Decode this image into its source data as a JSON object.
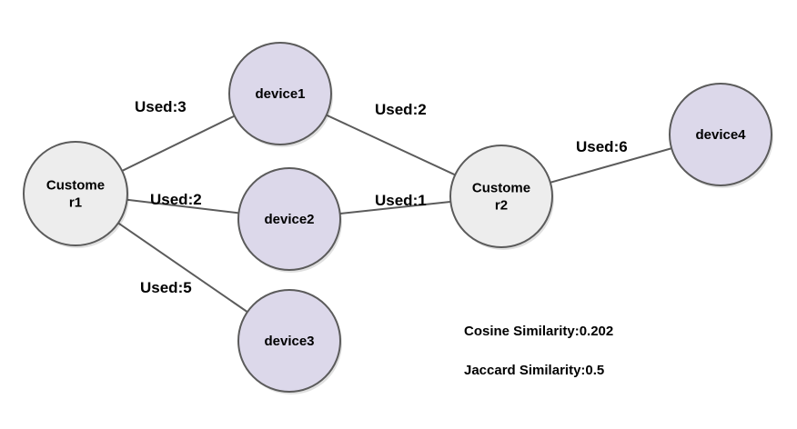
{
  "colors": {
    "customer_fill": "#ededed",
    "device_fill": "#dcd8ea",
    "node_stroke": "#5b5b5b",
    "edge_stroke": "#5b5b5b",
    "text": "#000000"
  },
  "nodes": [
    {
      "id": "customer1",
      "type": "customer",
      "label_lines": [
        "Custome",
        "r1"
      ]
    },
    {
      "id": "customer2",
      "type": "customer",
      "label_lines": [
        "Custome",
        "r2"
      ]
    },
    {
      "id": "device1",
      "type": "device",
      "label_lines": [
        "device1"
      ]
    },
    {
      "id": "device2",
      "type": "device",
      "label_lines": [
        "device2"
      ]
    },
    {
      "id": "device3",
      "type": "device",
      "label_lines": [
        "device3"
      ]
    },
    {
      "id": "device4",
      "type": "device",
      "label_lines": [
        "device4"
      ]
    }
  ],
  "edges": [
    {
      "id": "c1-d1",
      "from": "customer1",
      "to": "device1",
      "label": "Used:3"
    },
    {
      "id": "c1-d2",
      "from": "customer1",
      "to": "device2",
      "label": "Used:2"
    },
    {
      "id": "c1-d3",
      "from": "customer1",
      "to": "device3",
      "label": "Used:5"
    },
    {
      "id": "d1-c2",
      "from": "device1",
      "to": "customer2",
      "label": "Used:2"
    },
    {
      "id": "d2-c2",
      "from": "device2",
      "to": "customer2",
      "label": "Used:1"
    },
    {
      "id": "c2-d4",
      "from": "customer2",
      "to": "device4",
      "label": "Used:6"
    }
  ],
  "metrics": {
    "cosine": "Cosine Similarity:0.202",
    "jaccard": "Jaccard Similarity:0.5"
  }
}
